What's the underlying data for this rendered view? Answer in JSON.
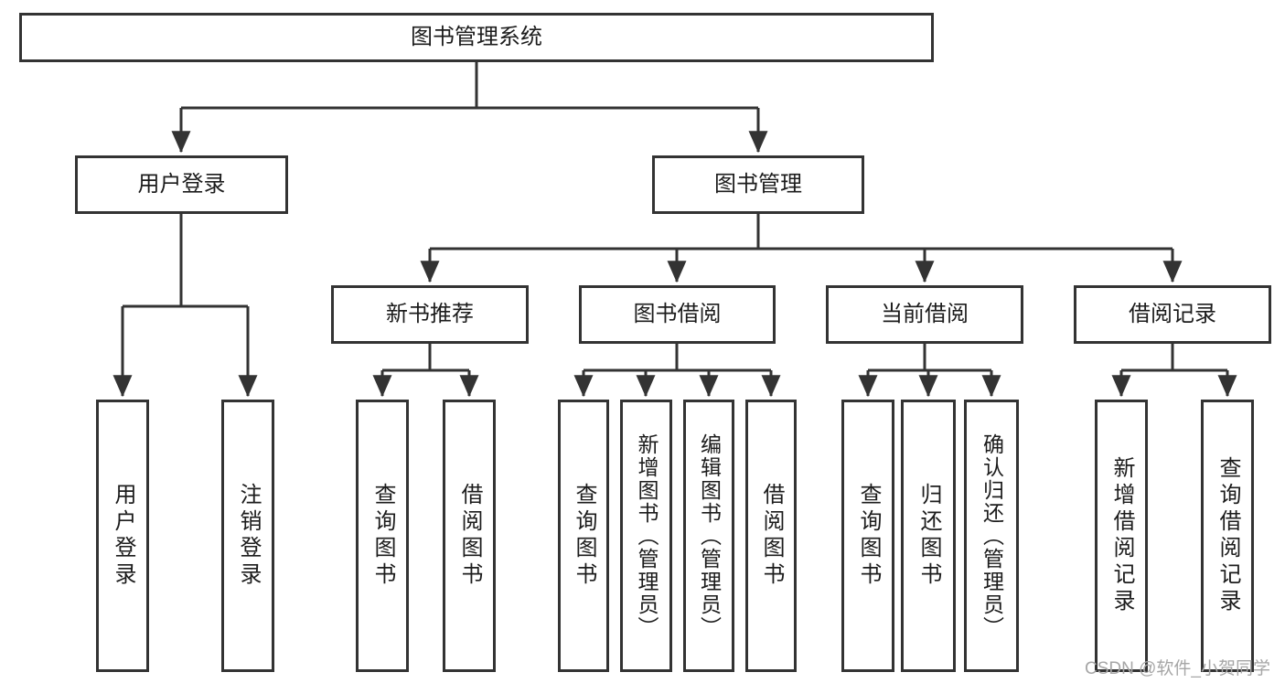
{
  "diagram": {
    "root": {
      "label": "图书管理系统"
    },
    "level2": [
      {
        "label": "用户登录",
        "children": [
          {
            "label": "用户登录"
          },
          {
            "label": "注销登录"
          }
        ]
      },
      {
        "label": "图书管理",
        "children": [
          {
            "label": "新书推荐",
            "children": [
              {
                "label": "查询图书"
              },
              {
                "label": "借阅图书"
              }
            ]
          },
          {
            "label": "图书借阅",
            "children": [
              {
                "label": "查询图书"
              },
              {
                "label": "新增图书（管理员）"
              },
              {
                "label": "编辑图书（管理员）"
              },
              {
                "label": "借阅图书"
              }
            ]
          },
          {
            "label": "当前借阅",
            "children": [
              {
                "label": "查询图书"
              },
              {
                "label": "归还图书"
              },
              {
                "label": "确认归还（管理员）"
              }
            ]
          },
          {
            "label": "借阅记录",
            "children": [
              {
                "label": "新增借阅记录"
              },
              {
                "label": "查询借阅记录"
              }
            ]
          }
        ]
      }
    ]
  },
  "colors": {
    "line": "#333333",
    "text": "#1c1c1c",
    "watermark": "#a6a6a6",
    "background": "#ffffff"
  },
  "watermark": {
    "text": "CSDN @软件_小贺同学"
  }
}
